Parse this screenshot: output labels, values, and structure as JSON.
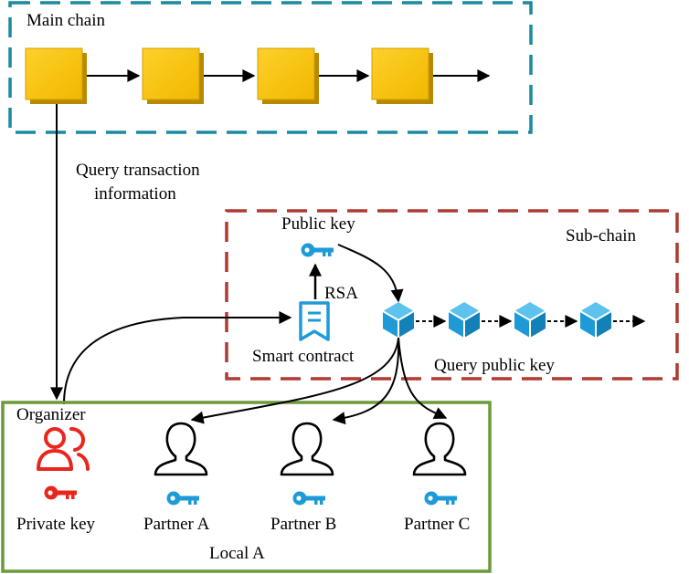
{
  "main_chain": {
    "label": "Main chain",
    "border_color": "#1a8aa0",
    "block_color": "#f5c200"
  },
  "sub_chain": {
    "label": "Sub-chain",
    "border_color": "#b03a32",
    "block_color": "#1e9bd7"
  },
  "local": {
    "label": "Local A",
    "border_color": "#6b9a3a"
  },
  "query_transaction": {
    "line1": "Query transaction",
    "line2": "information"
  },
  "public_key": {
    "label": "Public key",
    "icon": "key-icon"
  },
  "rsa": {
    "label": "RSA"
  },
  "smart_contract": {
    "label": "Smart contract",
    "icon": "document-icon"
  },
  "query_public_key": {
    "label": "Query public key"
  },
  "organizer": {
    "label": "Organizer",
    "private_key_label": "Private key",
    "icon_color": "#e8261e"
  },
  "partners": [
    {
      "name": "Partner A"
    },
    {
      "name": "Partner B"
    },
    {
      "name": "Partner C"
    }
  ],
  "colors": {
    "key_blue": "#1e9bd7",
    "key_red": "#e8261e"
  }
}
